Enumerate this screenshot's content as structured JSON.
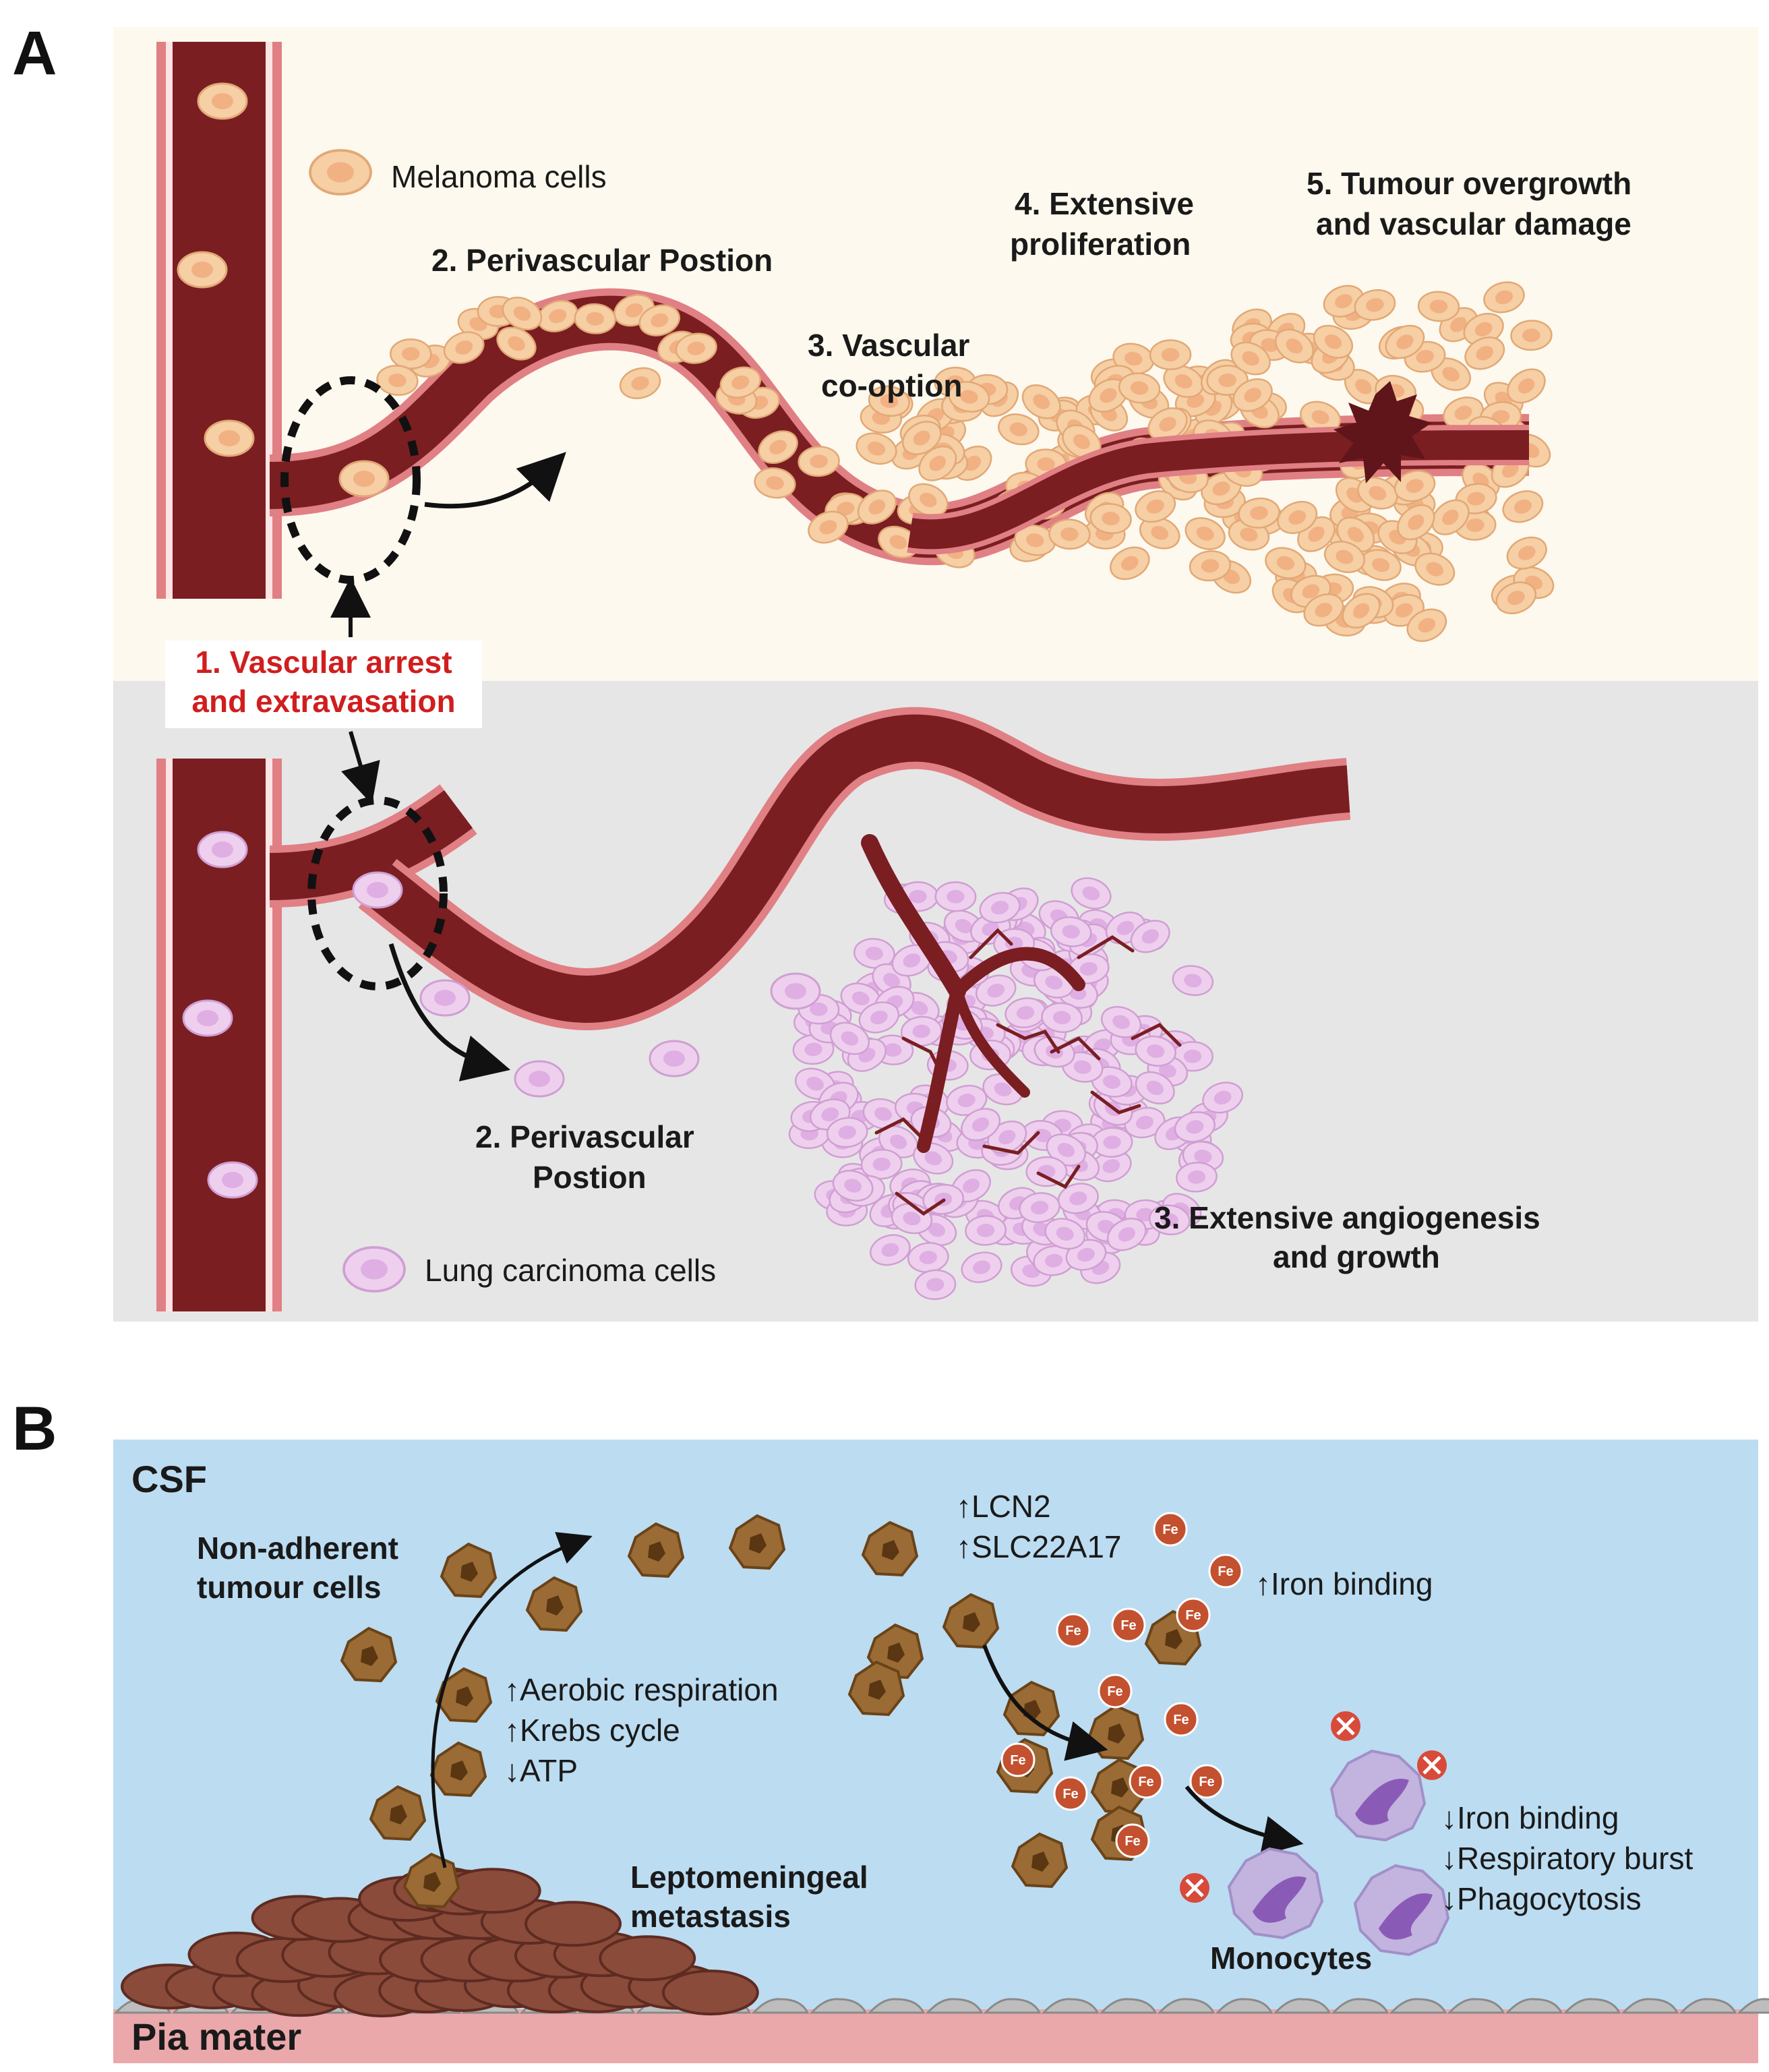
{
  "panel_a": {
    "letter": "A",
    "melanoma_legend": "Melanoma cells",
    "lung_legend": "Lung carcinoma cells",
    "step1_line1": "1. Vascular arrest",
    "step1_line2": "and extravasation",
    "melanoma_step2": "2. Perivascular Postion",
    "melanoma_step3_line1": "3. Vascular",
    "melanoma_step3_line2": "co-option",
    "melanoma_step4_line1": "4. Extensive",
    "melanoma_step4_line2": "proliferation",
    "melanoma_step5_line1": "5. Tumour overgrowth",
    "melanoma_step5_line2": "and vascular damage",
    "lung_step2_line1": "2. Perivascular",
    "lung_step2_line2": "Postion",
    "lung_step3_line1": "3. Extensive angiogenesis",
    "lung_step3_line2": "and growth",
    "colors": {
      "melanoma_bg": "#fdf9ee",
      "lung_bg": "#e6e6e6",
      "vessel": "#7a1e22",
      "vessel_wall": "#e07f84",
      "melanoma_cell": "#f6cfa4",
      "lung_cell": "#efcfee"
    }
  },
  "panel_b": {
    "letter": "B",
    "csf": "CSF",
    "pia": "Pia mater",
    "non_adherent_line1": "Non-adherent",
    "non_adherent_line2": "tumour cells",
    "aerobic": "↑Aerobic respiration",
    "krebs": "↑Krebs cycle",
    "atp": "↓ATP",
    "lcn2": "↑LCN2",
    "slc": "↑SLC22A17",
    "iron_up": "↑Iron binding",
    "iron_down": "↓Iron binding",
    "burst": "↓Respiratory burst",
    "phago": "↓Phagocytosis",
    "lepto_line1": "Leptomeningeal",
    "lepto_line2": "metastasis",
    "monocytes": "Monocytes",
    "fe": "Fe",
    "colors": {
      "csf_bg": "#bcdcf1",
      "tumour_cell": "#9b6b35",
      "iron": "#c3502f",
      "monocyte": "#c3b3df",
      "pia": "#eaa8ab"
    }
  }
}
